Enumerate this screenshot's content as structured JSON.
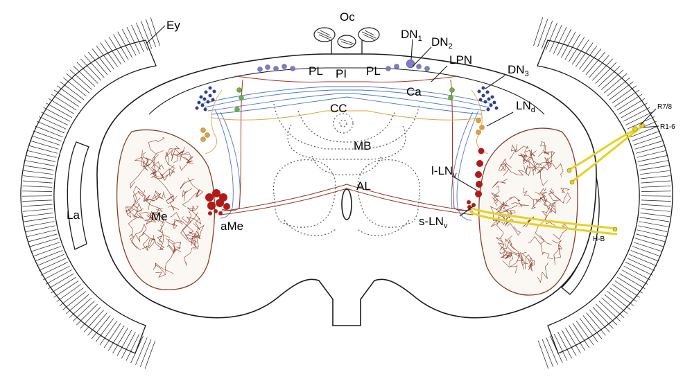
{
  "diagram": {
    "labels": {
      "oc": "Oc",
      "ey": "Ey",
      "dn1": "DN",
      "dn1_sub": "1",
      "dn2": "DN",
      "dn2_sub": "2",
      "lpn": "LPN",
      "dn3": "DN",
      "dn3_sub": "3",
      "lnd": "LN",
      "lnd_sub": "d",
      "pl_left": "PL",
      "pi": "PI",
      "pl_right": "PL",
      "ca": "Ca",
      "cc": "CC",
      "mb": "MB",
      "al": "AL",
      "la": "La",
      "me": "Me",
      "ame": "aMe",
      "l_lnv": "l-LN",
      "l_lnv_sub": "v",
      "s_lnv": "s-LN",
      "s_lnv_sub": "v",
      "r78": "R7/8",
      "r16": "R1-6",
      "hb": "H-B"
    },
    "colors": {
      "outline": "#1a1a1a",
      "medulla_network": "#8a3b2a",
      "lnv_cells": "#b01a1a",
      "dn_projections": "#4a78c8",
      "dn1_cells": "#7d7ec2",
      "dn3_cells": "#2f3f8c",
      "lnd_cells": "#e0a040",
      "lpn_cells": "#6ab04a",
      "photoreceptor": "#e6d21e",
      "neuropil_dots": "#555555"
    }
  }
}
